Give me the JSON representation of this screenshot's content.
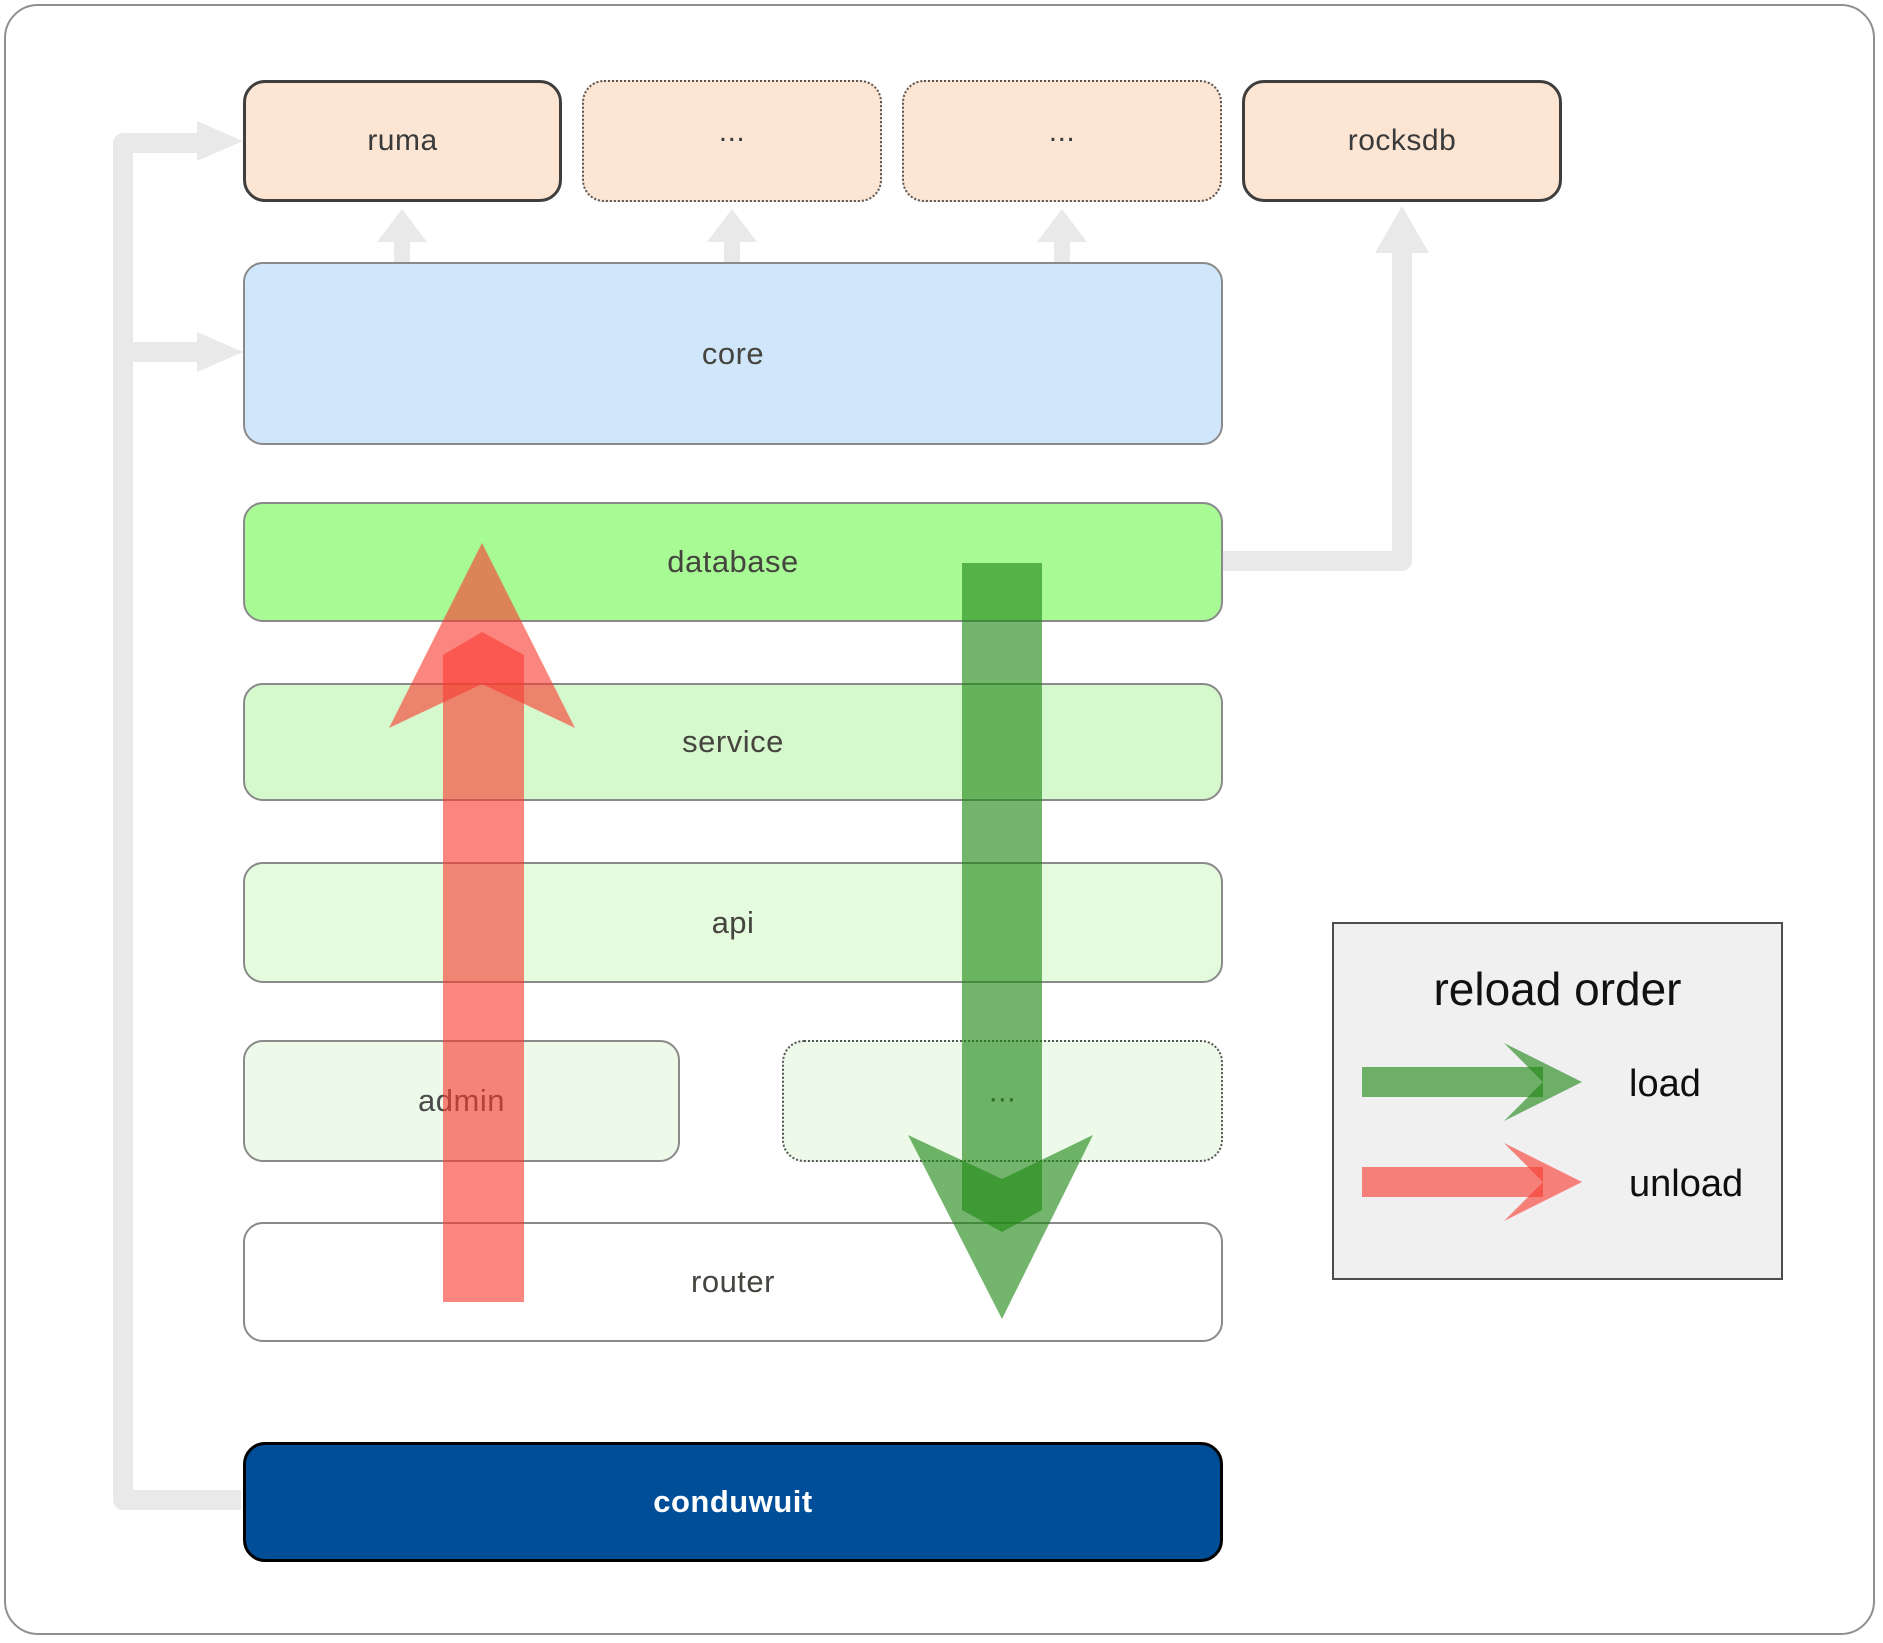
{
  "boxes": {
    "ruma": {
      "label": "ruma"
    },
    "module_a": {
      "label": "..."
    },
    "module_b": {
      "label": "..."
    },
    "rocksdb": {
      "label": "rocksdb"
    },
    "core": {
      "label": "core"
    },
    "database": {
      "label": "database"
    },
    "service": {
      "label": "service"
    },
    "api": {
      "label": "api"
    },
    "admin": {
      "label": "admin"
    },
    "admin_more": {
      "label": "..."
    },
    "router": {
      "label": "router"
    },
    "conduwuit": {
      "label": "conduwuit"
    }
  },
  "legend": {
    "title": "reload order",
    "items": [
      {
        "label": "load",
        "color": "#1E8714"
      },
      {
        "label": "unload",
        "color": "#F93C32"
      }
    ]
  },
  "colors": {
    "connector_gray": "#E9E9E9",
    "peach_fill": "#FDE5D3",
    "core_fill": "#D0E6FA",
    "database_fill": "#A8FA94",
    "service_fill": "#D6F8CD",
    "api_fill": "#E4FBDD",
    "admin_fill": "#EDFAE9",
    "router_fill": "#FFFFFF",
    "conduwuit_fill": "#004D98",
    "load_arrow": "#1E8714",
    "unload_arrow": "#F93C32"
  }
}
